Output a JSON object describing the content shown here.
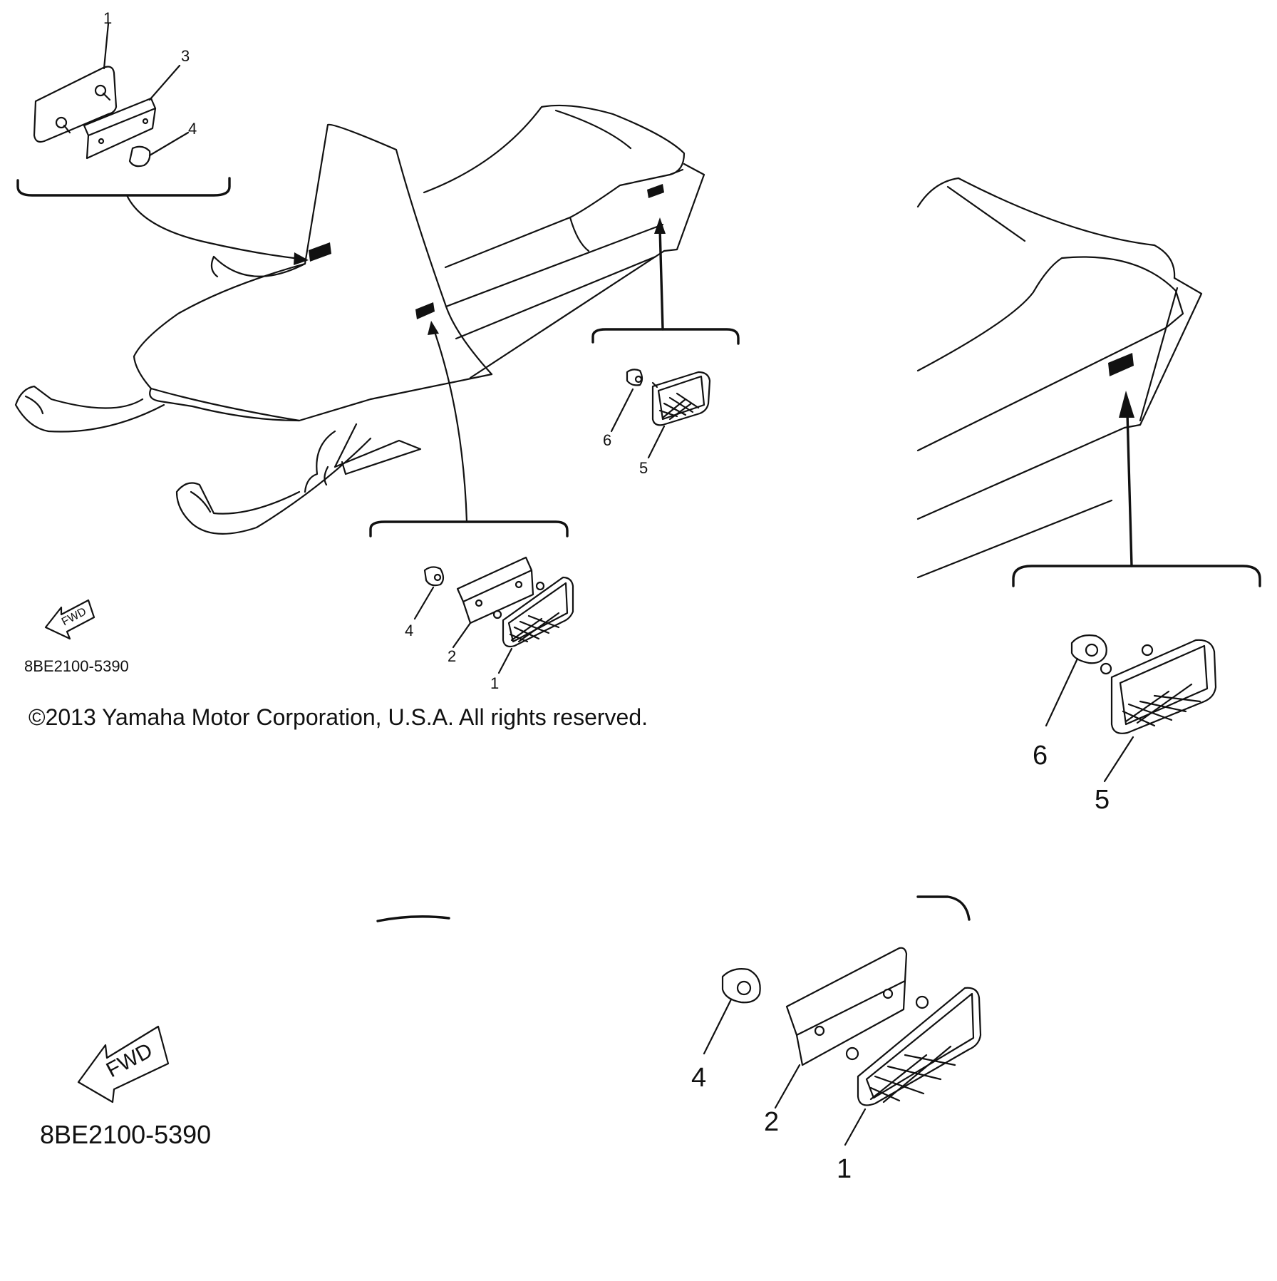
{
  "diagram": {
    "callouts": {
      "main_top_left": [
        "1",
        "3",
        "4"
      ],
      "main_rear": [
        "6",
        "5"
      ],
      "main_front": [
        "4",
        "2",
        "1"
      ],
      "zoom_rear": [
        "6",
        "5"
      ],
      "zoom_front": [
        "4",
        "2",
        "1"
      ]
    },
    "fwd_label": "FWD",
    "part_code": "8BE2100-5390",
    "part_code_large": "8BE2100-5390",
    "copyright": "©2013 Yamaha Motor Corporation, U.S.A. All rights reserved."
  },
  "colors": {
    "ink": "#111111",
    "paper": "#ffffff"
  },
  "icons": [
    "fwd-arrow-icon"
  ]
}
